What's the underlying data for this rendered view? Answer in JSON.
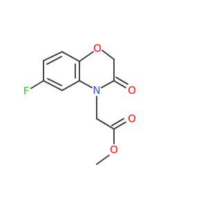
{
  "molecule": {
    "atoms": {
      "fluorine": {
        "symbol": "F",
        "color": "#33cc33"
      },
      "ring_oxygen": {
        "symbol": "O",
        "color": "#ff0d0d"
      },
      "keto_oxygen": {
        "symbol": "O",
        "color": "#ff0d0d"
      },
      "ring_nitrogen": {
        "symbol": "N",
        "color": "#3050f8"
      },
      "ester_carbonyl_oxygen": {
        "symbol": "O",
        "color": "#ff0d0d"
      },
      "ester_oxygen": {
        "symbol": "O",
        "color": "#ff0d0d"
      }
    },
    "bond_color": "#3a3a3a"
  }
}
